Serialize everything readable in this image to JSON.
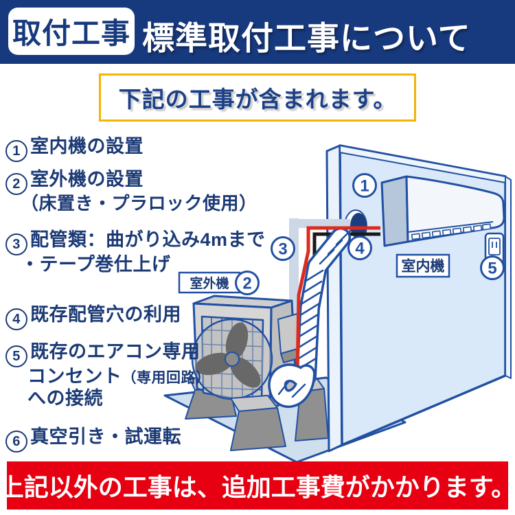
{
  "header": {
    "badge": "取付工事",
    "title": "標準取付工事について"
  },
  "included_box": {
    "text": "下記の工事が含まれます。"
  },
  "items": [
    {
      "number": "1",
      "lines": [
        "室内機の設置"
      ]
    },
    {
      "number": "2",
      "lines": [
        "室外機の設置",
        "（床置き・プラロック使用）"
      ]
    },
    {
      "number": "3",
      "lines": [
        "配管類：曲がり込み4mまで",
        "・テープ巻仕上げ"
      ]
    },
    {
      "number": "4",
      "lines": [
        "既存配管穴の利用"
      ]
    },
    {
      "number": "5",
      "lines": [
        "既存のエアコン専用",
        "コンセント",
        "への接続"
      ],
      "paren": "（専用回路）"
    },
    {
      "number": "6",
      "lines": [
        "真空引き・試運転"
      ]
    }
  ],
  "diagram": {
    "indoor_label": "室内機",
    "outdoor_label": "室外機",
    "markers": [
      {
        "number": "1"
      },
      {
        "number": "2"
      },
      {
        "number": "3"
      },
      {
        "number": "4"
      },
      {
        "number": "5"
      }
    ]
  },
  "footer": {
    "text": "上記以外の工事は、追加工事費がかかります。"
  },
  "colors": {
    "header_navy": "#17397e",
    "text_navy": "#1b3a75",
    "diagram_blue": "#2150a2",
    "wall_fill": "#d9e9f9",
    "accent_yellow": "#f4b500",
    "alert_red": "#e60012",
    "pipe_red": "#dd2b20"
  }
}
